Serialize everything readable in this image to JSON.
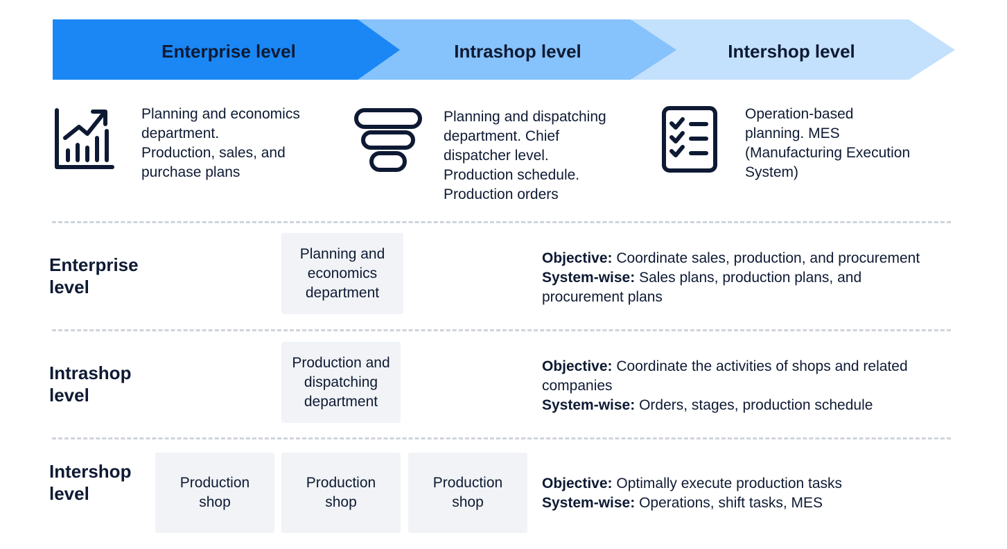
{
  "header": {
    "steps": [
      {
        "label": "Enterprise level",
        "color": "#1a87f5"
      },
      {
        "label": "Intrashop level",
        "color": "#86c2fb"
      },
      {
        "label": "Intershop level",
        "color": "#c3e0fd"
      }
    ]
  },
  "columns": [
    {
      "icon": "growth-chart-icon",
      "text": "Planning and economics\ndepartment.\nProduction, sales, and\npurchase plans"
    },
    {
      "icon": "stacked-layers-icon",
      "text": "Planning and dispatching\ndepartment. Chief\ndispatcher level.\nProduction schedule.\nProduction orders"
    },
    {
      "icon": "checklist-icon",
      "text": "Operation-based\nplanning. MES\n(Manufacturing Execution\nSystem)"
    }
  ],
  "rows": [
    {
      "title": "Enterprise\nlevel",
      "boxes": [
        "Planning and\neconomics\ndepartment"
      ],
      "objective_label": "Objective:",
      "objective": "Coordinate sales, production, and procurement",
      "system_label": "System-wise:",
      "system": "Sales plans, production plans, and procurement plans"
    },
    {
      "title": "Intrashop\nlevel",
      "boxes": [
        "Production and\ndispatching\ndepartment"
      ],
      "objective_label": "Objective:",
      "objective": "Coordinate the activities of shops and related companies",
      "system_label": "System-wise:",
      "system": "Orders, stages, production schedule"
    },
    {
      "title": "Intershop\nlevel",
      "boxes": [
        "Production\nshop",
        "Production\nshop",
        "Production\nshop"
      ],
      "objective_label": "Objective:",
      "objective": "Optimally execute production tasks",
      "system_label": "System-wise:",
      "system": "Operations, shift tasks, MES"
    }
  ],
  "colors": {
    "icon": "#0e1a33",
    "divider": "#cfd4da",
    "box_bg": "#f1f3f6"
  }
}
